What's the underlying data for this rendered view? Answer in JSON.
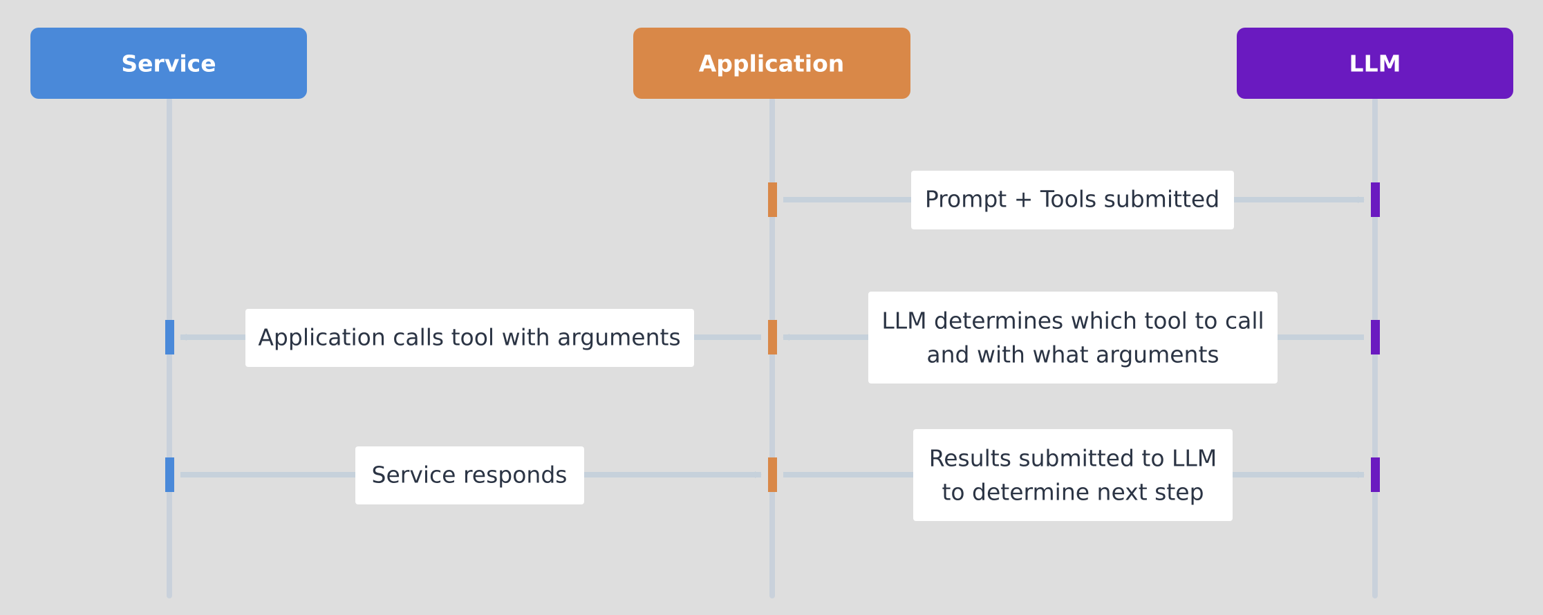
{
  "participants": [
    {
      "id": "service",
      "label": "Service",
      "color": "#4a89d9"
    },
    {
      "id": "application",
      "label": "Application",
      "color": "#d98848"
    },
    {
      "id": "llm",
      "label": "LLM",
      "color": "#6a1ac0"
    }
  ],
  "messages": [
    {
      "from": "application",
      "to": "llm",
      "lines": [
        "Prompt + Tools submitted"
      ]
    },
    {
      "from": "llm",
      "to": "application",
      "lines": [
        "LLM determines which tool to call",
        "and with what arguments"
      ]
    },
    {
      "from": "application",
      "to": "service",
      "lines": [
        "Application calls tool with arguments"
      ]
    },
    {
      "from": "service",
      "to": "application",
      "lines": [
        "Service responds"
      ]
    },
    {
      "from": "application",
      "to": "llm",
      "lines": [
        "Results submitted to LLM",
        "to determine next step"
      ]
    }
  ],
  "colors": {
    "background": "#dedede",
    "lifeline": "#c9d1db",
    "arrow": "#c6d1db",
    "label_box": "#ffffff",
    "label_text": "#2b3444"
  }
}
